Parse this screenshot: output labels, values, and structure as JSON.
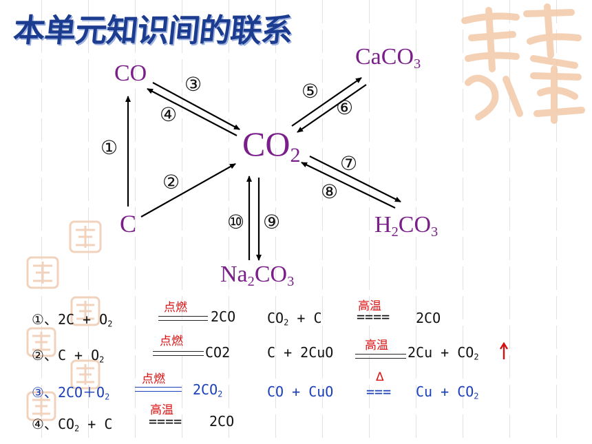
{
  "title": "本单元知识间的联系",
  "colors": {
    "title": "#1c3d8f",
    "node": "#7a1f8a",
    "condition": "#d11111",
    "blue_eq": "#1a3fb8",
    "arrow_up": "#d11111"
  },
  "icons": [
    "seal-watermark",
    "seal-stamp"
  ],
  "nodes": {
    "co": "CO",
    "co2": {
      "base": "CO",
      "sub": "2"
    },
    "caco3": {
      "base": "CaCO",
      "sub": "3"
    },
    "c": "C",
    "h2co3": {
      "a": "H",
      "sub1": "2",
      "b": "CO",
      "sub2": "3"
    },
    "na2co3": {
      "a": "Na",
      "sub1": "2",
      "b": "CO",
      "sub2": "3"
    }
  },
  "arrow_labels": {
    "n1": "①",
    "n2": "②",
    "n3": "③",
    "n4": "④",
    "n5": "⑤",
    "n6": "⑥",
    "n7": "⑦",
    "n8": "⑧",
    "n9": "⑨",
    "n10": "⑩"
  },
  "equations": {
    "e1": {
      "prefix": "①、",
      "left": "2C + O",
      "left_sub": "2",
      "condition": "点燃",
      "right": "2CO"
    },
    "e2": {
      "prefix": "②、",
      "left": "C + O",
      "left_sub": "2",
      "condition": "点燃",
      "right": "CO2"
    },
    "e3": {
      "prefix": "③、",
      "left": "2CO＋O",
      "left_sub": "2",
      "condition": "点燃",
      "right": "2CO",
      "right_sub": "2"
    },
    "e4": {
      "prefix": "④、",
      "left": "CO",
      "left_sub": "2",
      "left_rest": " + C",
      "condition": "高温",
      "sign": "====",
      "right": "2CO"
    },
    "e5": {
      "left": "CO",
      "left_sub": "2",
      "left_rest": " + C",
      "condition": "高温",
      "sign": "====",
      "right": "2CO"
    },
    "e6": {
      "left": "C + 2CuO",
      "condition": "高温",
      "right": "2Cu + CO",
      "right_sub": "2",
      "gas": "↑"
    },
    "e7": {
      "left": "CO + CuO",
      "condition": "Δ",
      "sign": "===",
      "right": "Cu + CO",
      "right_sub": "2"
    }
  }
}
